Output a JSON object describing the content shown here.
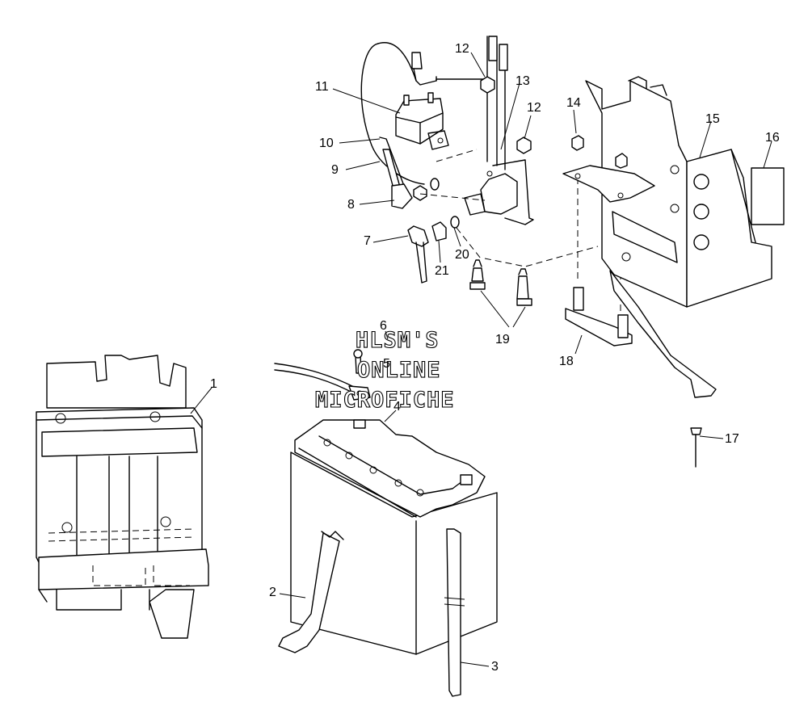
{
  "watermark": {
    "line1": "HLSM'S",
    "line2": "ONLINE",
    "line3": "MICROFICHE"
  },
  "callouts": [
    {
      "id": "c1",
      "label": "1"
    },
    {
      "id": "c2",
      "label": "2"
    },
    {
      "id": "c3",
      "label": "3"
    },
    {
      "id": "c4",
      "label": "4"
    },
    {
      "id": "c5",
      "label": "5"
    },
    {
      "id": "c6",
      "label": "6"
    },
    {
      "id": "c7",
      "label": "7"
    },
    {
      "id": "c8",
      "label": "8"
    },
    {
      "id": "c9",
      "label": "9"
    },
    {
      "id": "c10",
      "label": "10"
    },
    {
      "id": "c11",
      "label": "11"
    },
    {
      "id": "c12a",
      "label": "12"
    },
    {
      "id": "c12b",
      "label": "12"
    },
    {
      "id": "c13",
      "label": "13"
    },
    {
      "id": "c14",
      "label": "14"
    },
    {
      "id": "c15",
      "label": "15"
    },
    {
      "id": "c16",
      "label": "16"
    },
    {
      "id": "c17",
      "label": "17"
    },
    {
      "id": "c18",
      "label": "18"
    },
    {
      "id": "c19",
      "label": "19"
    },
    {
      "id": "c20",
      "label": "20"
    },
    {
      "id": "c21",
      "label": "21"
    }
  ]
}
